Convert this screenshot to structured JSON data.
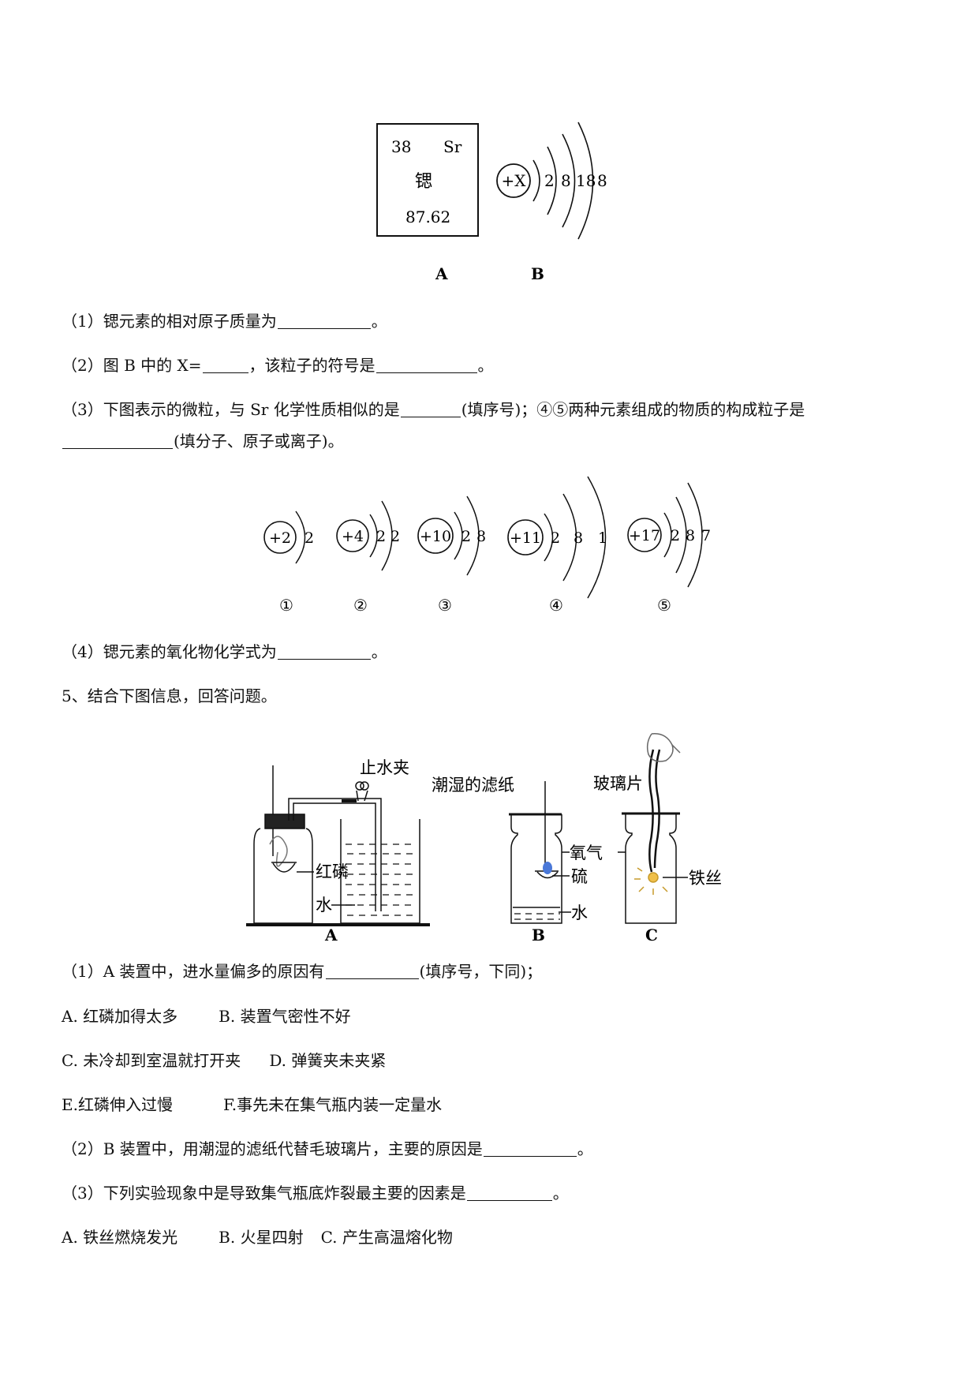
{
  "figure1": {
    "element_number": "38",
    "element_symbol": "Sr",
    "element_name": "锶",
    "element_mass": "87.62",
    "nucleus": "+X",
    "shells": [
      "2",
      "8",
      "18",
      "8"
    ],
    "label_a": "A",
    "label_b": "B"
  },
  "q4": {
    "p1_text": "（1）锶元素的相对原子质量为",
    "p1_end": "。",
    "p2_text_a": "（2）图 B 中的 X=",
    "p2_text_b": "，该粒子的符号是",
    "p2_end": "。",
    "p3_text_a": "（3）下图表示的微粒，与 Sr 化学性质相似的是",
    "p3_text_b": "(填序号)；④⑤两种元素组成的物质的构成粒子是",
    "p3_text_c": "(填分子、原子或离子)。",
    "p4_text": "（4）锶元素的氧化物化学式为",
    "p4_end": "。"
  },
  "figure2": {
    "particles": [
      {
        "nucleus": "+2",
        "shells": [
          "2"
        ],
        "label": "①"
      },
      {
        "nucleus": "+4",
        "shells": [
          "2",
          "2"
        ],
        "label": "②"
      },
      {
        "nucleus": "+10",
        "shells": [
          "2",
          "8"
        ],
        "label": "③"
      },
      {
        "nucleus": "+11",
        "shells": [
          "2",
          "8",
          "1"
        ],
        "label": "④"
      },
      {
        "nucleus": "+17",
        "shells": [
          "2",
          "8",
          "7"
        ],
        "label": "⑤"
      }
    ]
  },
  "q5": {
    "title": "5、结合下图信息，回答问题。",
    "p1_text": "（1）A 装置中，进水量偏多的原因有",
    "p1_end": "(填序号，下同)；",
    "opt_a": "A. 红磷加得太多",
    "opt_b": "B. 装置气密性不好",
    "opt_c": "C. 未冷却到室温就打开夹",
    "opt_d": "D. 弹簧夹未夹紧",
    "opt_e": "E.红磷伸入过慢",
    "opt_f": "F.事先未在集气瓶内装一定量水",
    "p2_text": "（2）B 装置中，用潮湿的滤纸代替毛玻璃片，主要的原因是",
    "p2_end": "。",
    "p3_text": "（3）下列实验现象中是导致集气瓶底炸裂最主要的因素是",
    "p3_end": "。",
    "opt3_a": "A. 铁丝燃烧发光",
    "opt3_b": "B. 火星四射",
    "opt3_c": "C. 产生高温熔化物"
  },
  "figure3": {
    "clamp_label": "止水夹",
    "phosphorus_label": "红磷",
    "water_label_a": "水",
    "label_a": "A",
    "filter_label": "潮湿的滤纸",
    "oxygen_label": "氧气",
    "sulfur_label": "硫",
    "water_label_b": "水",
    "label_b": "B",
    "glass_label": "玻璃片",
    "iron_label": "铁丝",
    "label_c": "C"
  }
}
